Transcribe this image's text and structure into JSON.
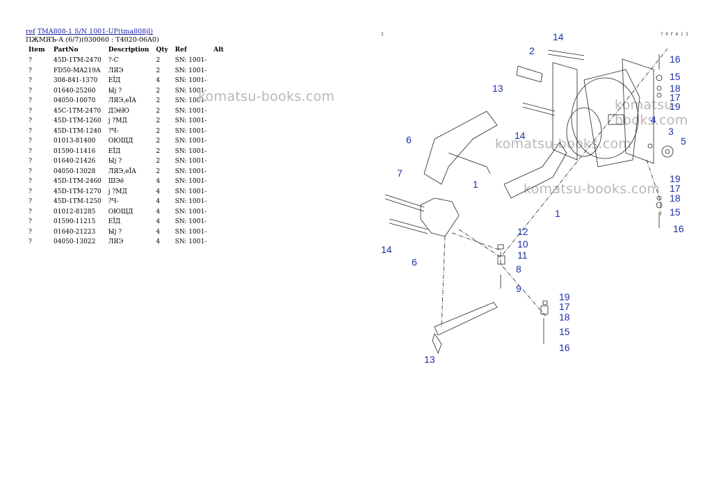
{
  "header": {
    "ref_link": "ref",
    "model_link": "TMA808-1 S/N 1001-UP(tma808jl)",
    "subtitle": "ПЖМЯЪ-А (6/7)(030060 : T4020-06A0)"
  },
  "table": {
    "columns": [
      "Item",
      "PartNo",
      "Description",
      "Qty",
      "Ref",
      "Alt"
    ],
    "rows": [
      {
        "item": "?",
        "part": "45D-1TM-2470",
        "desc": "?-С",
        "qty": "2",
        "ref": "SN: 1001-"
      },
      {
        "item": "?",
        "part": "FD50-MA219A",
        "desc": "ЛЯЭ",
        "qty": "2",
        "ref": "SN: 1001-"
      },
      {
        "item": "?",
        "part": "308-841-1370",
        "desc": "ЕЇД",
        "qty": "4",
        "ref": "SN: 1001-"
      },
      {
        "item": "?",
        "part": "01640-25260",
        "desc": "Ыј ?",
        "qty": "2",
        "ref": "SN: 1001-"
      },
      {
        "item": "?",
        "part": "04050-10070",
        "desc": "ЛЯЭ,еЇА",
        "qty": "2",
        "ref": "SN: 1001-"
      },
      {
        "item": "?",
        "part": "45C-1TM-2470",
        "desc": "ДЭёЮ",
        "qty": "2",
        "ref": "SN: 1001-"
      },
      {
        "item": "?",
        "part": "45D-1TM-1260",
        "desc": "ј ?МД",
        "qty": "2",
        "ref": "SN: 1001-"
      },
      {
        "item": "?",
        "part": "45D-1TM-1240",
        "desc": "?Ч-",
        "qty": "2",
        "ref": "SN: 1001-"
      },
      {
        "item": "?",
        "part": "01013-81400",
        "desc": "ОЮЩД",
        "qty": "2",
        "ref": "SN: 1001-"
      },
      {
        "item": "?",
        "part": "01590-11416",
        "desc": "ЕЇД",
        "qty": "2",
        "ref": "SN: 1001-"
      },
      {
        "item": "?",
        "part": "01640-21426",
        "desc": "Ыј ?",
        "qty": "2",
        "ref": "SN: 1001-"
      },
      {
        "item": "?",
        "part": "04050-13028",
        "desc": "ЛЯЭ,еЇА",
        "qty": "2",
        "ref": "SN: 1001-"
      },
      {
        "item": "?",
        "part": "45D-1TM-2460",
        "desc": "ШЭё",
        "qty": "4",
        "ref": "SN: 1001-"
      },
      {
        "item": "?",
        "part": "45D-1TM-1270",
        "desc": "ј ?МД",
        "qty": "4",
        "ref": "SN: 1001-"
      },
      {
        "item": "?",
        "part": "45D-1TM-1250",
        "desc": "?Ч-",
        "qty": "4",
        "ref": "SN: 1001-"
      },
      {
        "item": "?",
        "part": "01012-81285",
        "desc": "ОЮЩД",
        "qty": "4",
        "ref": "SN: 1001-"
      },
      {
        "item": "?",
        "part": "01590-11215",
        "desc": "ЕЇД",
        "qty": "4",
        "ref": "SN: 1001-"
      },
      {
        "item": "?",
        "part": "01640-21223",
        "desc": "Ыј ?",
        "qty": "4",
        "ref": "SN: 1001-"
      },
      {
        "item": "?",
        "part": "04050-13022",
        "desc": "ЛЯЭ",
        "qty": "4",
        "ref": "SN: 1001-"
      }
    ]
  },
  "watermark": "komatsu-books.com",
  "diagram": {
    "page_mark_left": "2",
    "page_mark_right": "7 9 F A 1 3",
    "callout_color": "#1a2fa8",
    "callouts": [
      "14",
      "2",
      "16",
      "15",
      "18",
      "17",
      "19",
      "13",
      "4",
      "3",
      "5",
      "6",
      "14",
      "1",
      "19",
      "17",
      "18",
      "15",
      "1",
      "7",
      "12",
      "16",
      "10",
      "11",
      "14",
      "6",
      "8",
      "9",
      "19",
      "17",
      "18",
      "15",
      "16",
      "13"
    ]
  }
}
